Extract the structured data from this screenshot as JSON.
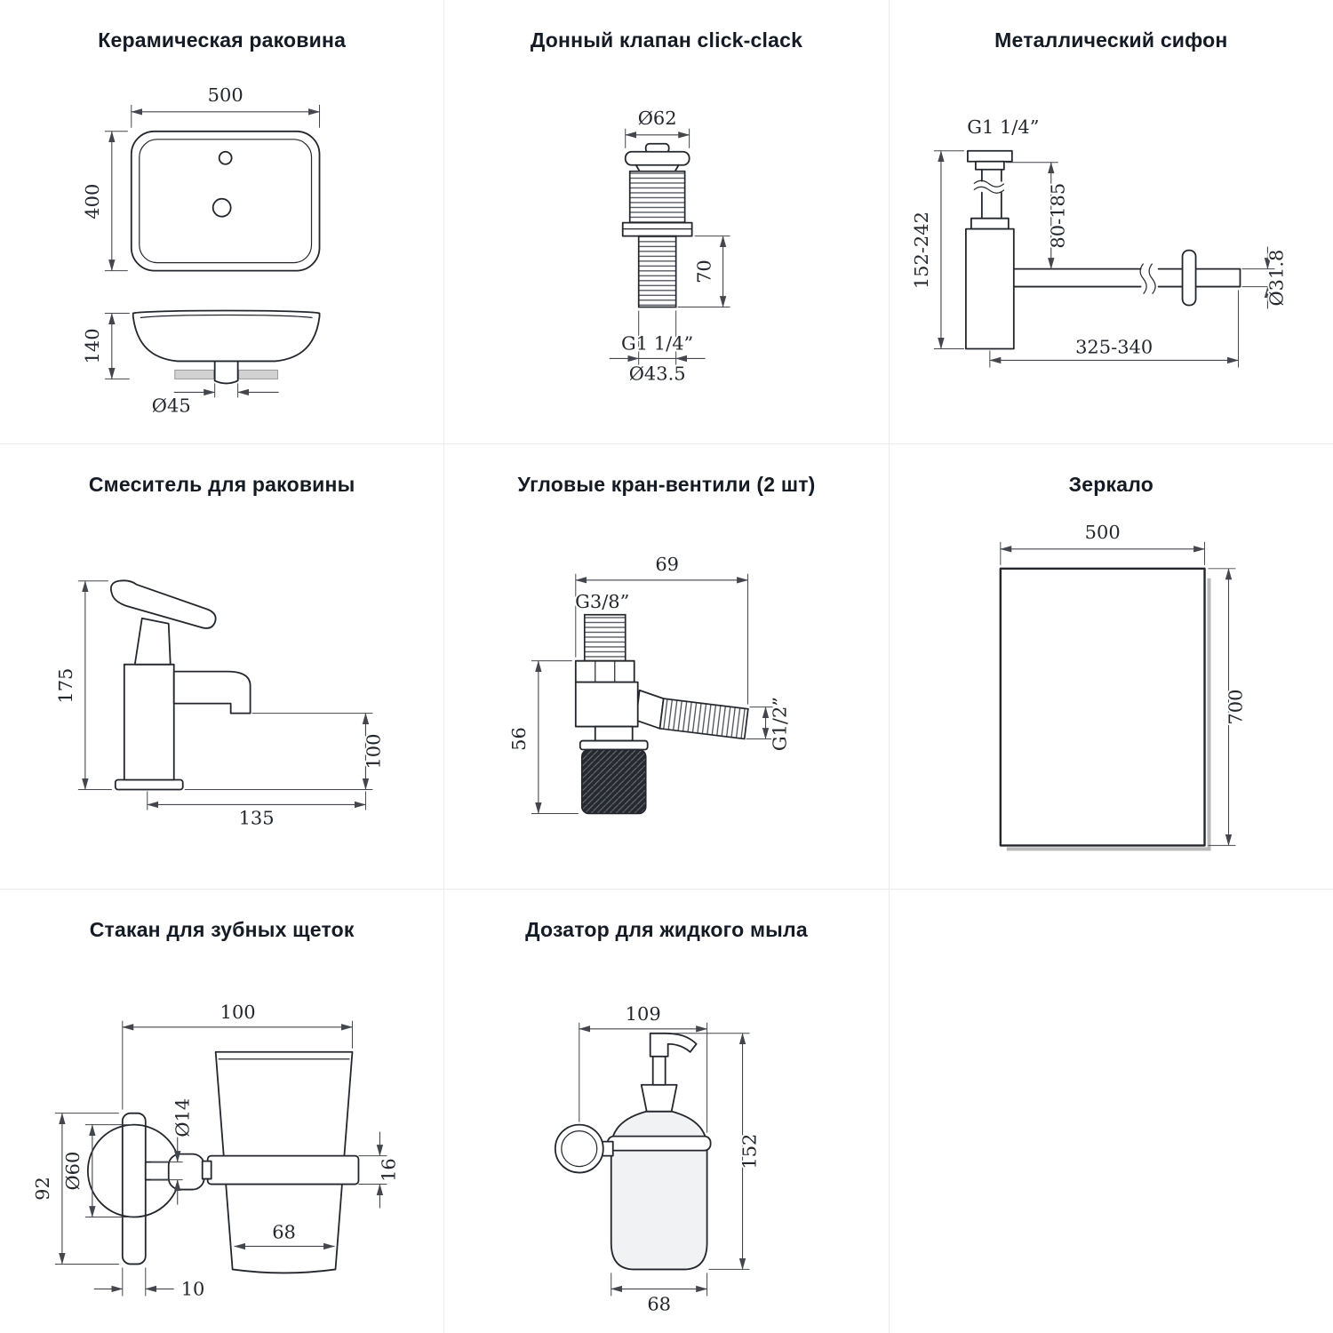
{
  "page": {
    "background": "#ffffff",
    "grid_line_color": "#ebebeb",
    "ink_color": "#23272d",
    "title_color": "#151b24"
  },
  "cells": [
    {
      "id": "sink",
      "title": "Керамическая раковина",
      "dims": {
        "width": "500",
        "depth": "400",
        "height": "140",
        "drain": "Ø45"
      }
    },
    {
      "id": "drain-valve",
      "title": "Донный клапан click-clack",
      "dims": {
        "cap": "Ø62",
        "length": "70",
        "thread": "G1 1/4”",
        "diameter": "Ø43.5"
      }
    },
    {
      "id": "siphon",
      "title": "Металлический сифон",
      "dims": {
        "thread": "G1 1/4”",
        "inlet_range": "80-185",
        "height_range": "152-242",
        "pipe": "Ø31.8",
        "reach": "325-340"
      }
    },
    {
      "id": "mixer",
      "title": "Смеситель для раковины",
      "dims": {
        "height": "175",
        "spout_height": "100",
        "reach": "135"
      }
    },
    {
      "id": "angle-valve",
      "title": "Угловые кран-вентили (2 шт)",
      "dims": {
        "width": "69",
        "inlet": "G3/8”",
        "height": "56",
        "outlet": "G1/2”"
      }
    },
    {
      "id": "mirror",
      "title": "Зеркало",
      "dims": {
        "width": "500",
        "height": "700"
      }
    },
    {
      "id": "tumbler",
      "title": "Стакан для зубных щеток",
      "dims": {
        "width": "100",
        "height": "92",
        "pin": "Ø14",
        "rosette": "Ø60",
        "ring": "16",
        "cup": "68",
        "plate": "10"
      }
    },
    {
      "id": "dispenser",
      "title": "Дозатор для жидкого мыла",
      "dims": {
        "width": "109",
        "height": "152",
        "body": "68"
      }
    }
  ]
}
